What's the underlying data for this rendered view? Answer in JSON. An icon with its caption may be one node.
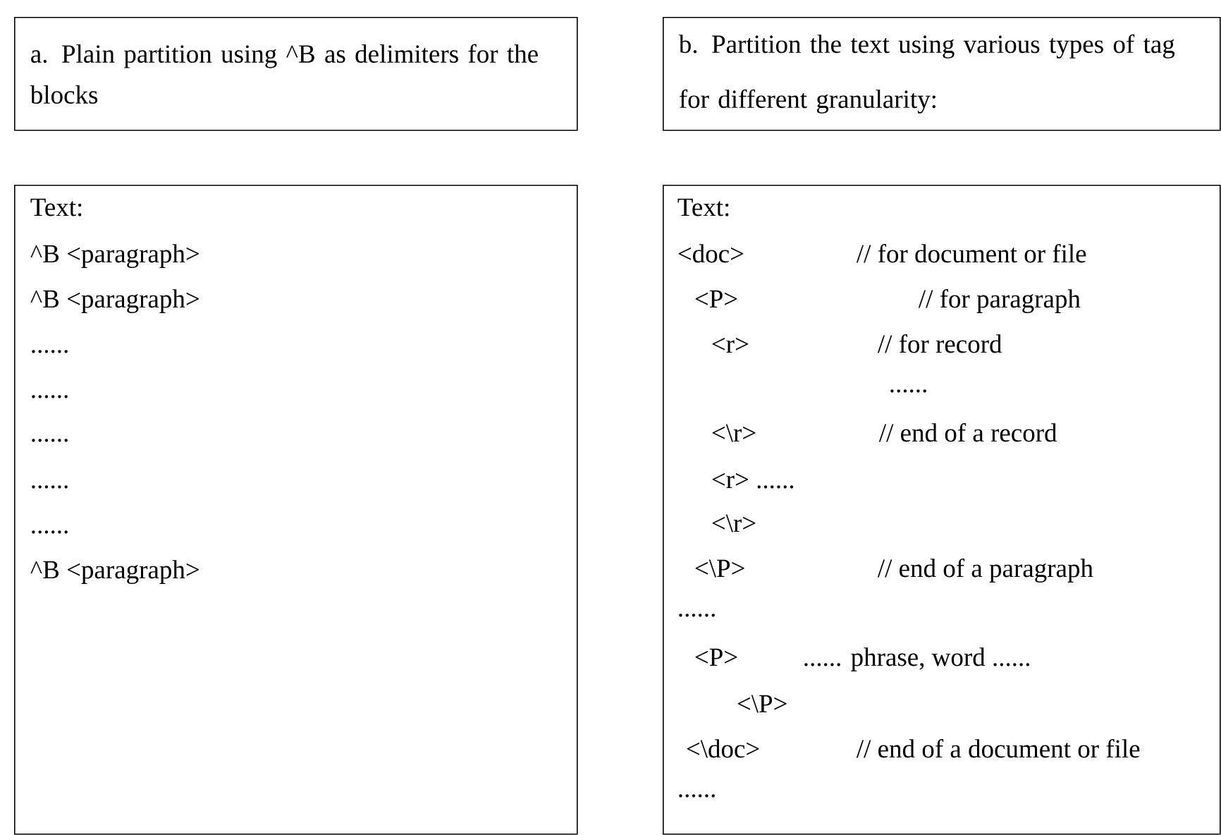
{
  "diagram": {
    "nodes": [
      {
        "text": [
          "a. Plain partition using ^B as delimiters for the blocks"
        ]
      },
      {
        "text": [
          "Text:",
          "^B <paragraph>",
          "^B <paragraph>",
          "......",
          "......",
          "......",
          "......",
          "......",
          "^B <paragraph>"
        ]
      },
      {
        "text": [
          "b. Partition the text using various types of tag for different granularity:"
        ]
      },
      {
        "text": [
          "Text:",
          "<doc>",
          "// for document or file",
          "<P>",
          "// for paragraph",
          "<r>",
          "// for record",
          "......",
          "<\\r>",
          "// end of a record",
          "<r> ......",
          "<\\r>",
          "<\\P>",
          "// end of a paragraph",
          "......",
          "<P>",
          "...... phrase, word ......",
          "<\\P>",
          "<\\doc>",
          "// end of a document or file",
          "......"
        ]
      }
    ]
  }
}
